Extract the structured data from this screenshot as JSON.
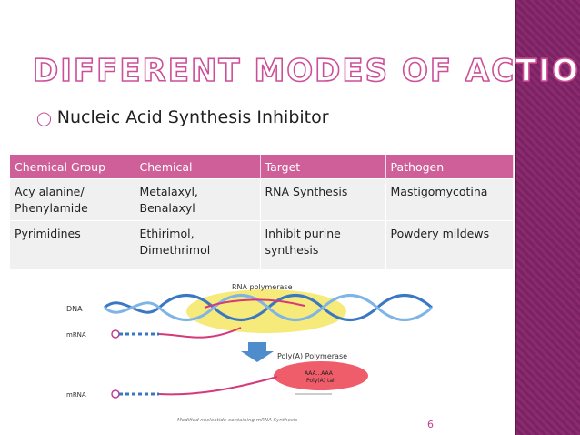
{
  "slide": {
    "title": "Different Modes of Action",
    "bullet": "Nucleic Acid Synthesis Inhibitor",
    "page_number": "6"
  },
  "table": {
    "headers": [
      "Chemical Group",
      "Chemical",
      "Target",
      "Pathogen"
    ],
    "rows": [
      {
        "c0a": "Acy alanine/",
        "c0b": "Phenylamide",
        "c1a": "Metalaxyl,",
        "c1b": "Benalaxyl",
        "c2a": "RNA Synthesis",
        "c2b": "",
        "c3a": "Mastigomycotina",
        "c3b": ""
      },
      {
        "c0a": "Pyrimidines",
        "c0b": "",
        "c1a": "Ethirimol,",
        "c1b": "Dimethrimol",
        "c2a": "Inhibit purine",
        "c2b": "synthesis",
        "c3a": "Powdery mildews",
        "c3b": ""
      }
    ]
  },
  "diagram": {
    "dna": "DNA",
    "mrna": "mRNA",
    "rna_polymerase": "RNA polymerase",
    "polya_polymerase": "Poly(A) Polymerase",
    "aaa": "AAA...AAA",
    "polya_tail": "Poly(A) tail",
    "caption": "Modified nucleotide-containing mRNA Synthesis"
  },
  "colors": {
    "accent": "#cf5f99",
    "sidebar": "#8a2a6f",
    "ellipse1": "#f6ea7a",
    "ellipse2": "#ef5c6a",
    "helix": "#3b78c4"
  }
}
